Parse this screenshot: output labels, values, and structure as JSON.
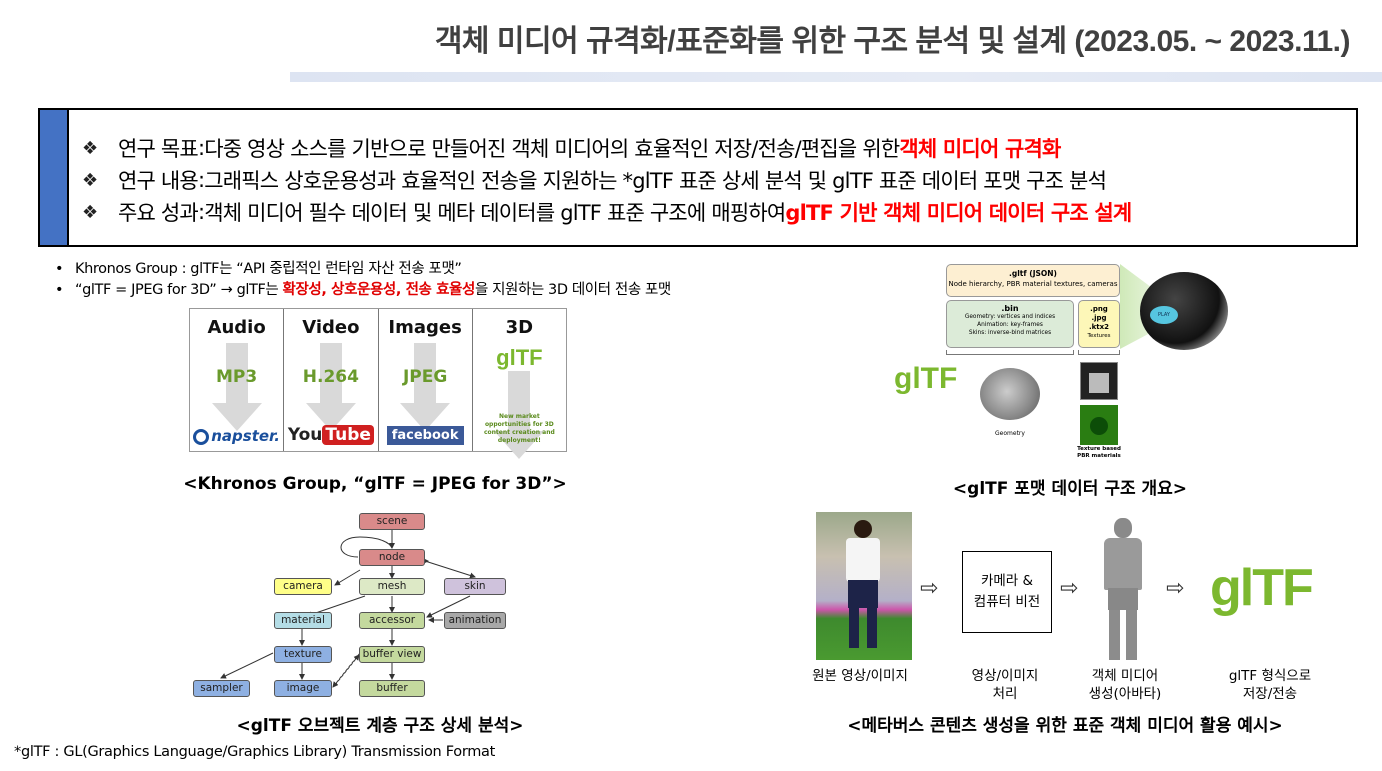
{
  "title": "객체 미디어 규격화/표준화를 위한 구조 분석 및 설계 (2023.05. ~ 2023.11.)",
  "summary": {
    "items": [
      {
        "label": "연구 목표",
        "text": "다중 영상 소스를 기반으로 만들어진 객체 미디어의 효율적인 저장/전송/편집을 위한 ",
        "highlight": "객체 미디어 규격화"
      },
      {
        "label": "연구 내용",
        "text": "그래픽스 상호운용성과 효율적인 전송을 지원하는 *glTF 표준 상세 분석 및 glTF 표준 데이터 포맷 구조 분석",
        "highlight": ""
      },
      {
        "label": "주요 성과",
        "text": "객체 미디어 필수 데이터 및 메타 데이터를 glTF 표준 구조에 매핑하여 ",
        "highlight": "glTF 기반 객체 미디어 데이터 구조 설계"
      }
    ],
    "bullet_icon": "❖",
    "separator": " : "
  },
  "notes": {
    "line1": "Khronos Group : glTF는 “API 중립적인 런타임 자산 전송 포맷”",
    "line2_prefix": "“glTF = JPEG for 3D” → glTF는 ",
    "line2_highlight": "확장성, 상호운용성, 전송 효율성",
    "line2_suffix": "을 지원하는 3D 데이터 전송 포맷"
  },
  "jpeg3d": {
    "columns": [
      {
        "head": "Audio",
        "format": "MP3",
        "logo": "napster."
      },
      {
        "head": "Video",
        "format": "H.264",
        "logo": "YouTube"
      },
      {
        "head": "Images",
        "format": "JPEG",
        "logo": "facebook"
      },
      {
        "head": "3D",
        "format": "glTF",
        "logo": "New market opportunities for 3D content creation and deployment!"
      }
    ],
    "caption": "<Khronos Group, “glTF = JPEG for 3D”>"
  },
  "format_overview": {
    "json_title": ".gltf (JSON)",
    "json_desc": "Node hierarchy, PBR material textures, cameras",
    "bin_title": ".bin",
    "bin_lines": [
      "Geometry: vertices and indices",
      "Animation: key-frames",
      "Skins: inverse-bind matrices"
    ],
    "tex_lines": [
      ".png",
      ".jpg",
      ".ktx2",
      "Textures"
    ],
    "geometry_label": "Geometry",
    "texture_label": "Texture based PBR materials",
    "logo": "glTF",
    "play_label": "PLAY",
    "caption": "<glTF 포맷 데이터 구조 개요>"
  },
  "hierarchy": {
    "nodes": {
      "scene": "scene",
      "node": "node",
      "camera": "camera",
      "mesh": "mesh",
      "skin": "skin",
      "material": "material",
      "accessor": "accessor",
      "animation": "animation",
      "texture": "texture",
      "buffer_view": "buffer view",
      "sampler": "sampler",
      "image": "image",
      "buffer": "buffer"
    },
    "caption": "<glTF 오브젝트 계층 구조 상세 분석>"
  },
  "pipeline": {
    "box_line1": "카메라 &",
    "box_line2": "컴퓨터 비전",
    "labels": [
      {
        "l1": "원본 영상/이미지",
        "l2": ""
      },
      {
        "l1": "영상/이미지",
        "l2": "처리"
      },
      {
        "l1": "객체 미디어",
        "l2": "생성(아바타)"
      },
      {
        "l1": "glTF 형식으로",
        "l2": "저장/전송"
      }
    ],
    "logo": "glTF",
    "arrow_icon": "⇨",
    "caption": "<메타버스 콘텐츠 생성을 위한 표준 객체 미디어 활용 예시>"
  },
  "footnote": "*glTF : GL(Graphics Language/Graphics Library) Transmission Format",
  "colors": {
    "accent_blue": "#4472c4",
    "highlight_red": "#ff0000",
    "gltf_green": "#7cb82f"
  }
}
